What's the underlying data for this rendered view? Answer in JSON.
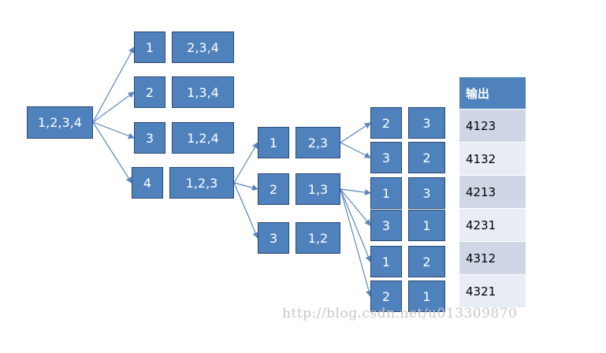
{
  "diagram": {
    "root": "1,2,3,4",
    "level1": [
      {
        "pick": "1",
        "rest": "2,3,4"
      },
      {
        "pick": "2",
        "rest": "1,3,4"
      },
      {
        "pick": "3",
        "rest": "1,2,4"
      },
      {
        "pick": "4",
        "rest": "1,2,3"
      }
    ],
    "level2": [
      {
        "pick": "1",
        "rest": "2,3"
      },
      {
        "pick": "2",
        "rest": "1,3"
      },
      {
        "pick": "3",
        "rest": "1,2"
      }
    ],
    "level3": [
      {
        "pick": "2",
        "rest": "3"
      },
      {
        "pick": "3",
        "rest": "2"
      },
      {
        "pick": "1",
        "rest": "3"
      },
      {
        "pick": "3",
        "rest": "1"
      },
      {
        "pick": "1",
        "rest": "2"
      },
      {
        "pick": "2",
        "rest": "1"
      }
    ]
  },
  "output": {
    "header": "输出",
    "rows": [
      "4123",
      "4132",
      "4213",
      "4231",
      "4312",
      "4321"
    ]
  },
  "watermark": "http://blog.csdn.net/u013309870",
  "colors": {
    "node_fill": "#4f81bd",
    "node_border": "#2a4a72",
    "edge": "#5a86bd"
  }
}
